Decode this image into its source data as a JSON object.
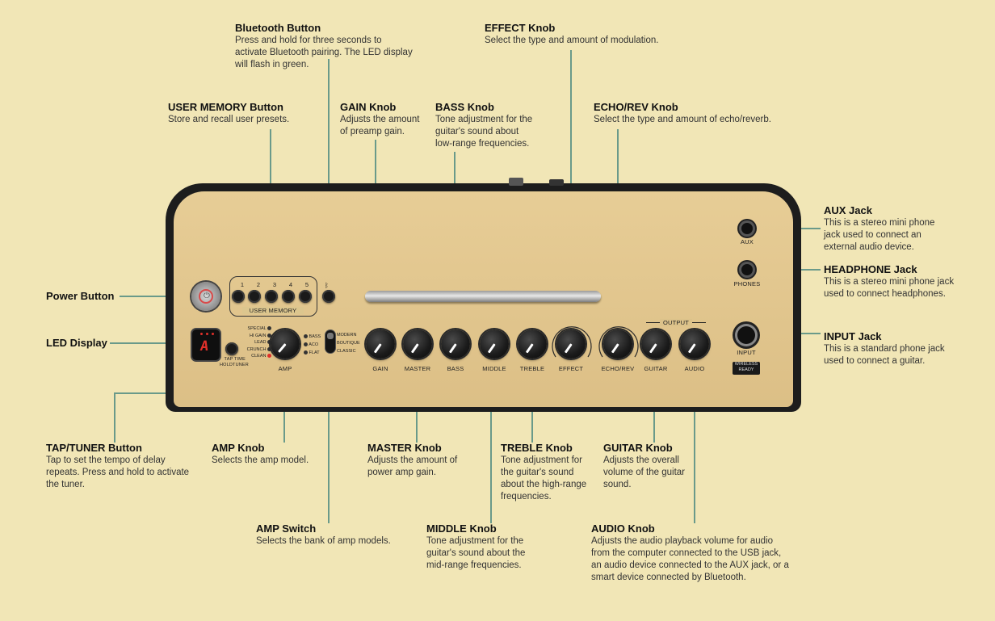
{
  "callouts": {
    "bluetooth": {
      "title": "Bluetooth Button",
      "desc": "Press and hold for three seconds to\nactivate Bluetooth pairing. The LED display\nwill flash in green."
    },
    "effect": {
      "title": "EFFECT Knob",
      "desc": "Select the type and amount of modulation."
    },
    "user_memory": {
      "title": "USER MEMORY Button",
      "desc": "Store and recall user presets."
    },
    "gain": {
      "title": "GAIN Knob",
      "desc": "Adjusts the amount\nof preamp gain."
    },
    "bass": {
      "title": "BASS Knob",
      "desc": "Tone adjustment for the\nguitar's sound about\nlow-range frequencies."
    },
    "echo_rev": {
      "title": "ECHO/REV Knob",
      "desc": "Select the type and amount of echo/reverb."
    },
    "aux": {
      "title": "AUX Jack",
      "desc": "This is a stereo mini phone\njack used to connect an\nexternal audio device."
    },
    "headphone": {
      "title": "HEADPHONE Jack",
      "desc": "This is a stereo mini phone jack\nused to connect headphones."
    },
    "input": {
      "title": "INPUT Jack",
      "desc": "This is a standard phone jack\nused to connect a guitar."
    },
    "power": {
      "title": "Power Button"
    },
    "led": {
      "title": "LED Display"
    },
    "tap_tuner": {
      "title": "TAP/TUNER Button",
      "desc": "Tap to set the tempo of delay\nrepeats.  Press and hold to activate\nthe tuner."
    },
    "amp_knob": {
      "title": "AMP Knob",
      "desc": "Selects the amp model."
    },
    "master": {
      "title": "MASTER Knob",
      "desc": "Adjusts the amount of\npower amp gain."
    },
    "treble": {
      "title": "TREBLE Knob",
      "desc": "Tone adjustment for\nthe guitar's sound\nabout the high-range\nfrequencies."
    },
    "guitar": {
      "title": "GUITAR Knob",
      "desc": "Adjusts the overall\nvolume of the guitar\nsound."
    },
    "amp_switch": {
      "title": "AMP Switch",
      "desc": "Selects the bank of amp models."
    },
    "middle": {
      "title": "MIDDLE Knob",
      "desc": "Tone adjustment for the\nguitar's sound about the\nmid-range frequencies."
    },
    "audio": {
      "title": "AUDIO Knob",
      "desc": "Adjusts the audio playback volume for audio\nfrom the computer connected to the USB jack,\nan audio device connected to the AUX jack, or a\nsmart device connected by Bluetooth."
    }
  },
  "panel": {
    "memory_numbers": [
      "1",
      "2",
      "3",
      "4",
      "5"
    ],
    "user_memory_label": "USER MEMORY",
    "amp_models": [
      "SPECIAL",
      "HI GAIN",
      "LEAD",
      "CRUNCH",
      "CLEAN"
    ],
    "amp_banks": [
      "BASS",
      "ACO",
      "FLAT"
    ],
    "amp_switch_positions": [
      "MODERN",
      "BOUTIQUE",
      "CLASSIC"
    ],
    "tap_label": "TAP",
    "time_label": "TIME",
    "hold_label": "HOLD",
    "tuner_label": "TUNER",
    "led_char": "A",
    "amp_label": "AMP",
    "knob_labels": [
      "GAIN",
      "MASTER",
      "BASS",
      "MIDDLE",
      "TREBLE",
      "EFFECT",
      "ECHO/REV",
      "GUITAR",
      "AUDIO"
    ],
    "output_label": "OUTPUT",
    "aux_label": "AUX",
    "phones_label": "PHONES",
    "input_label": "INPUT",
    "wireless_label": "WIRELESS",
    "ready_label": "READY"
  },
  "colors": {
    "background": "#f1e6b6",
    "panel": "#dcbf86",
    "leader_line": "#6a9a8a",
    "led_red": "#e0302a"
  }
}
